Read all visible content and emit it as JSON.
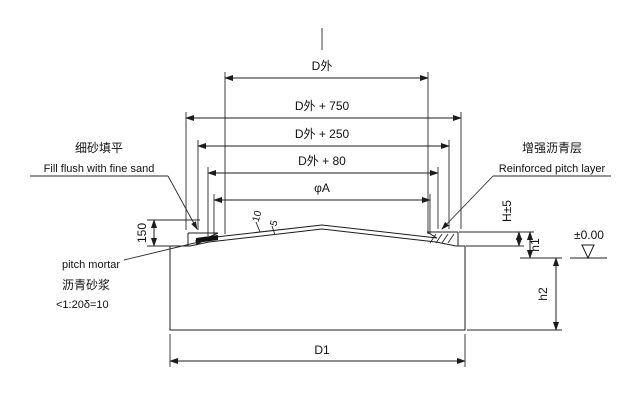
{
  "diagram": {
    "kind": "tank-foundation-cross-section",
    "dims": {
      "d_outer": "D外",
      "d_outer_plus_750": "D外 + 750",
      "d_outer_plus_250": "D外 + 250",
      "d_outer_plus_80": "D外 + 80",
      "phi_a": "φA",
      "d1": "D1",
      "edge_height": "150",
      "layer_10": "10",
      "layer_5": "5",
      "h_tolerance": "H±5",
      "h1": "h1",
      "h2": "h2",
      "datum_level": "±0.00"
    },
    "callouts": {
      "fine_sand_cn": "细砂填平",
      "fine_sand_en": "Fill flush with fine sand",
      "reinforced_pitch_cn": "增强沥青层",
      "reinforced_pitch_en": "Reinforced pitch layer",
      "pitch_mortar_en": "pitch mortar",
      "pitch_mortar_cn": "沥青砂浆",
      "pitch_mortar_spec": "<1:20δ=10"
    }
  }
}
